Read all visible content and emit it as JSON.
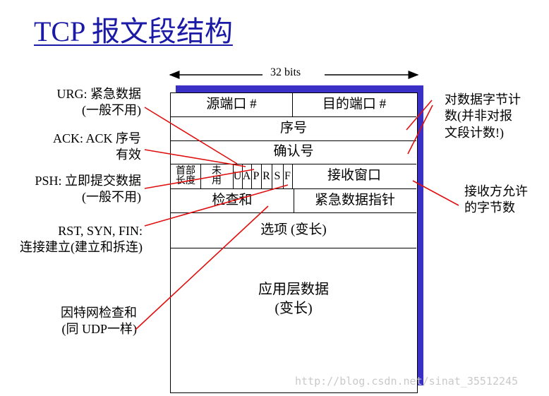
{
  "title": "TCP 报文段结构",
  "width_label": "32 bits",
  "fields": {
    "src_port": "源端口 #",
    "dst_port": "目的端口 #",
    "seq": "序号",
    "ack_num": "确认号",
    "header_len_line1": "首部",
    "header_len_line2": "长度",
    "unused_line1": "未",
    "unused_line2": "用",
    "flag_u": "U",
    "flag_a": "A",
    "flag_p": "P",
    "flag_r": "R",
    "flag_s": "S",
    "flag_f": "F",
    "recv_window": "接收窗口",
    "checksum": "检查和",
    "urgent_ptr": "紧急数据指针",
    "options": "选项 (变长)",
    "app_data_line1": "应用层数据",
    "app_data_line2": "(变长)"
  },
  "annotations": {
    "urg_line1": "URG: 紧急数据",
    "urg_line2": "(一般不用)",
    "ack_line1": "ACK: ACK 序号",
    "ack_line2": "有效",
    "psh_line1": "PSH: 立即提交数据",
    "psh_line2": "(一般不用)",
    "rst_line1": "RST, SYN, FIN:",
    "rst_line2": "连接建立(建立和拆连)",
    "checksum_line1": "因特网检查和",
    "checksum_line2": "(同 UDP一样)",
    "bytes_line1": "对数据字节计",
    "bytes_line2": "数(并非对报",
    "bytes_line3": "文段计数!)",
    "window_line1": "接收方允许",
    "window_line2": "的字节数"
  },
  "watermark": "http://blog.csdn.net/sinat_35512245",
  "colors": {
    "title": "#1a1aa6",
    "shadow": "#3a30c6",
    "arrow": "#e01010"
  }
}
